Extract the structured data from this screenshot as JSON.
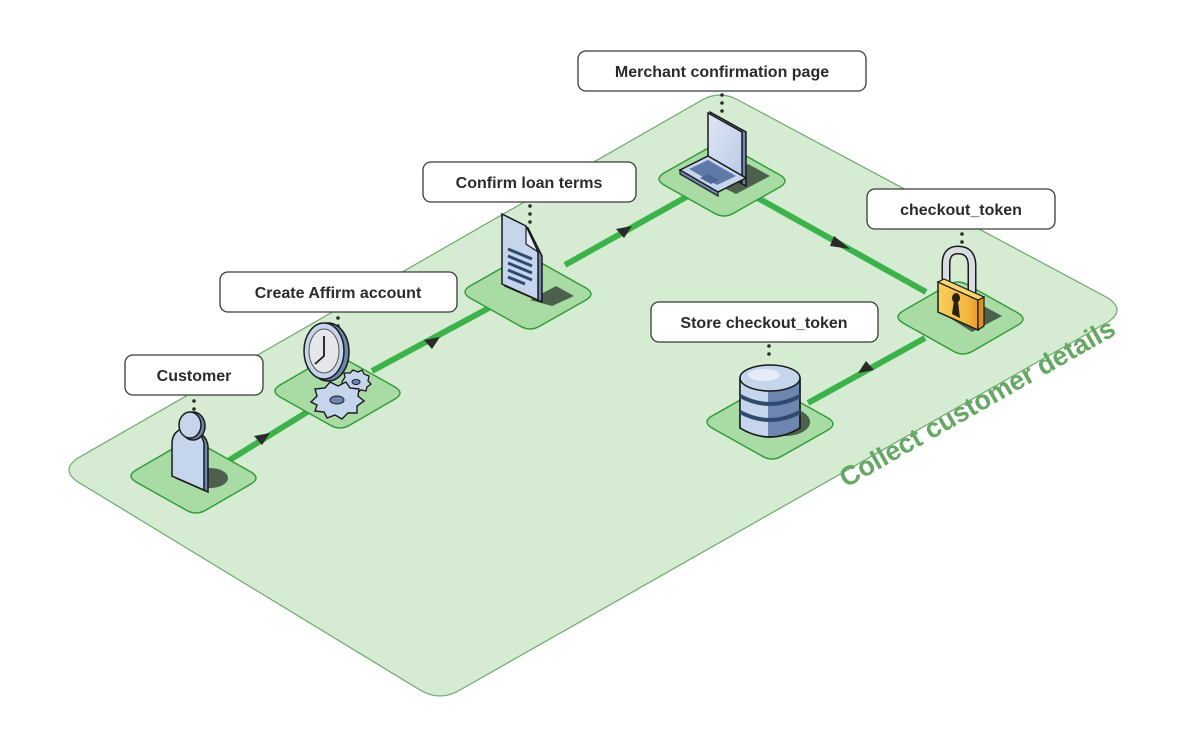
{
  "diagram": {
    "group": {
      "label": "Collect customer details",
      "fill_color": "#d5ecd2",
      "text_color": "#64a862"
    },
    "nodes": [
      {
        "id": "customer",
        "label": "Customer",
        "icon": "person-icon"
      },
      {
        "id": "create-account",
        "label": "Create Affirm account",
        "icon": "clock-gears-icon"
      },
      {
        "id": "confirm-terms",
        "label": "Confirm loan terms",
        "icon": "document-icon"
      },
      {
        "id": "merchant-page",
        "label": "Merchant confirmation page",
        "icon": "laptop-icon"
      },
      {
        "id": "checkout-token",
        "label": "checkout_token",
        "icon": "padlock-icon"
      },
      {
        "id": "store-token",
        "label": "Store checkout_token",
        "icon": "database-icon"
      }
    ],
    "edges": [
      {
        "from": "customer",
        "to": "create-account"
      },
      {
        "from": "create-account",
        "to": "confirm-terms"
      },
      {
        "from": "confirm-terms",
        "to": "merchant-page"
      },
      {
        "from": "merchant-page",
        "to": "checkout-token"
      },
      {
        "from": "checkout-token",
        "to": "store-token"
      }
    ],
    "colors": {
      "flow_line": "#3db14a",
      "tile_fill": "#a8dca4",
      "tile_stroke": "#2f9a36",
      "icon_blue": "#c5d5ec",
      "lock_gold": "#f5c04a"
    }
  }
}
